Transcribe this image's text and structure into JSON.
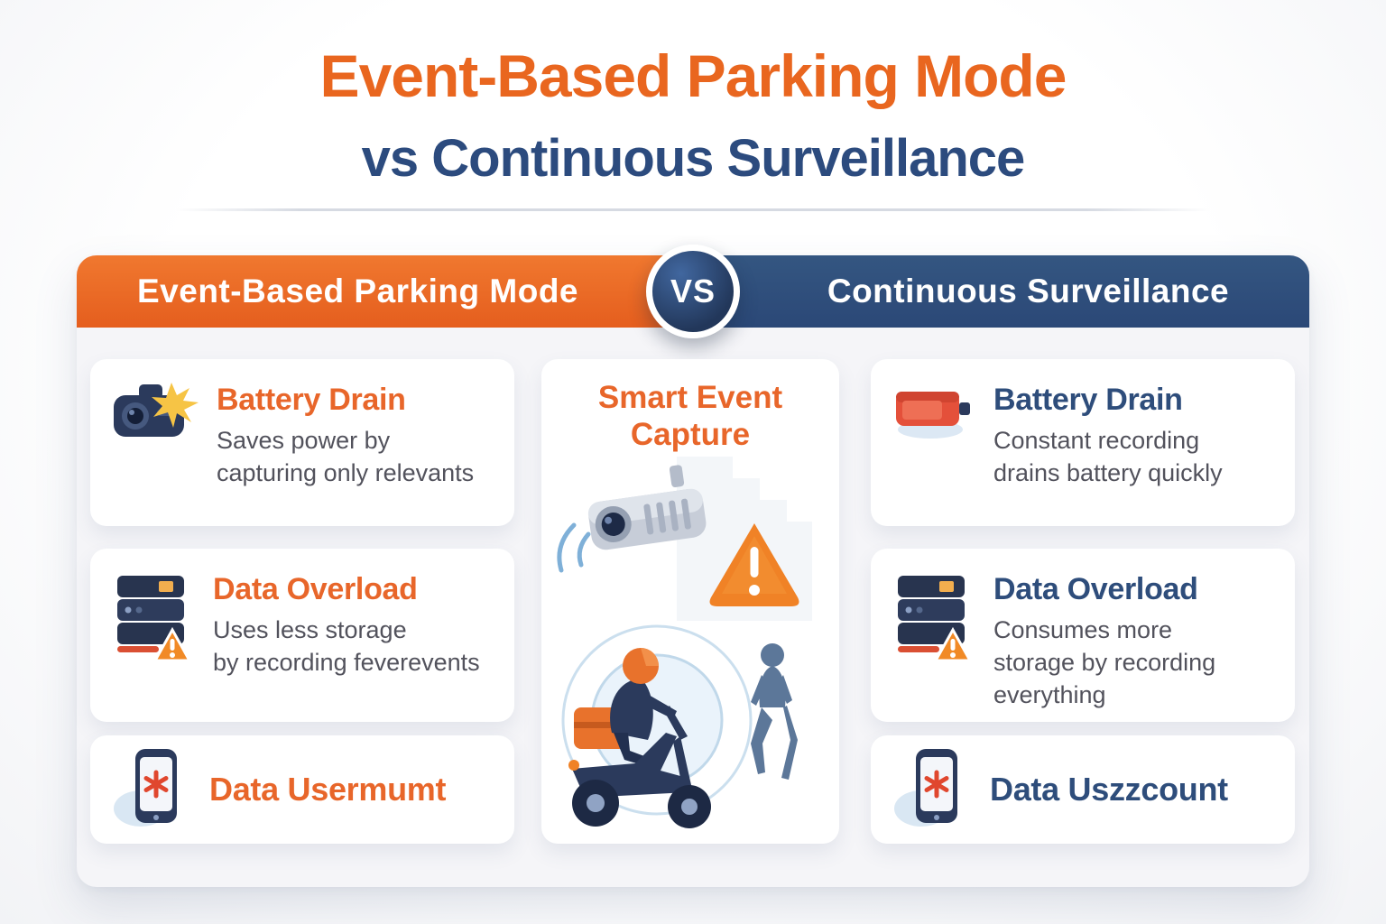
{
  "header": {
    "title": "Event-Based Parking Mode",
    "subtitle": "vs Continuous Surveillance"
  },
  "comparison": {
    "left_header": "Event-Based Parking Mode",
    "right_header": "Continuous Surveillance",
    "vs_label": "VS",
    "center_card": {
      "title": "Smart Event\nCapture",
      "icons": [
        "security-camera-icon",
        "wifi-signal-icon",
        "warning-triangle-icon",
        "motion-rings-icon",
        "delivery-scooter-rider-icon",
        "pedestrian-icon"
      ]
    },
    "left_cards": [
      {
        "icon": "dashcam-impact-icon",
        "title": "Battery Drain",
        "body": "Saves power by\ncapturing only relevants"
      },
      {
        "icon": "storage-server-warning-icon",
        "title": "Data Overload",
        "body": "Uses less storage\nby recording feverevents"
      },
      {
        "icon": "phone-alert-icon",
        "title": "Data Usermumt",
        "body": ""
      }
    ],
    "right_cards": [
      {
        "icon": "battery-icon",
        "title": "Battery Drain",
        "body": "Constant recording\ndrains battery quickly"
      },
      {
        "icon": "storage-server-warning-icon",
        "title": "Data Overload",
        "body": "Consumes more\nstorage by recording\neverything"
      },
      {
        "icon": "phone-alert-icon",
        "title": "Data Uszzcount",
        "body": ""
      }
    ],
    "colors": {
      "accent_orange": "#E8662A",
      "accent_navy": "#2E4D7B",
      "warning_orange": "#F08226",
      "alert_red": "#E0472E"
    }
  }
}
